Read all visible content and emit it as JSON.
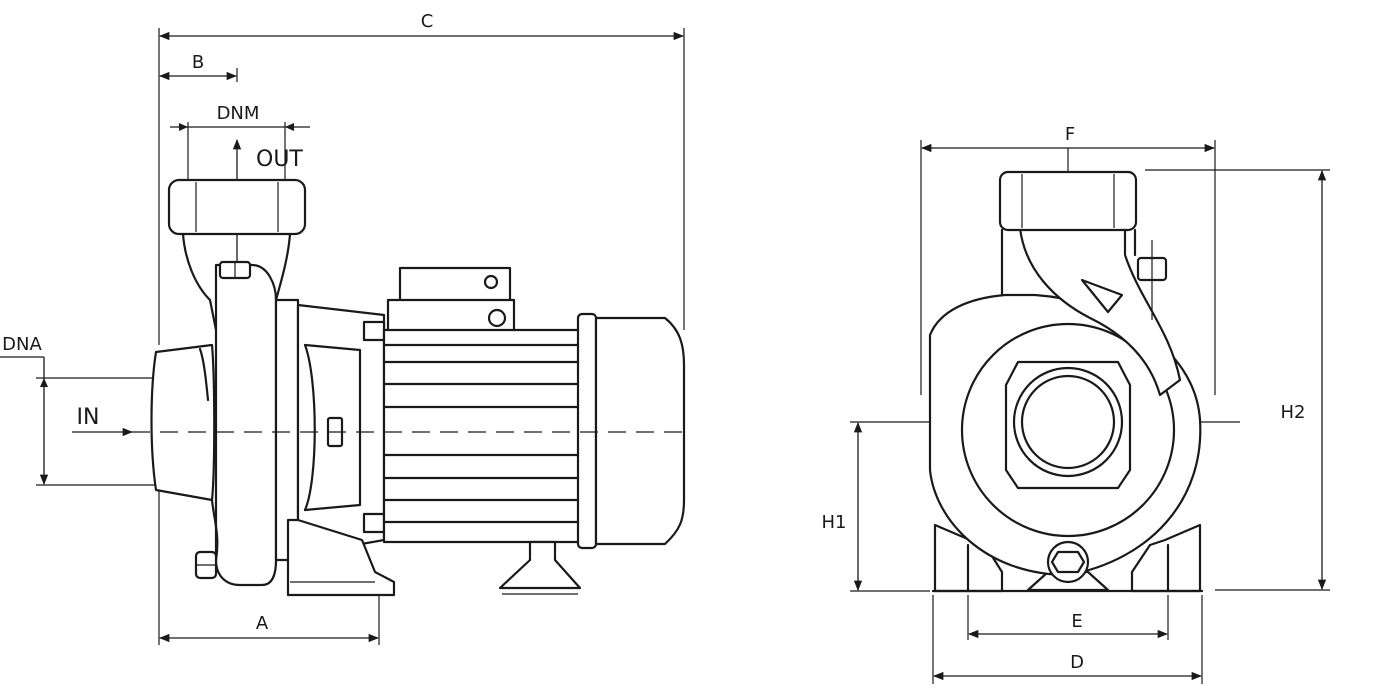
{
  "labels": {
    "C": "C",
    "B": "B",
    "DNM": "DNM",
    "OUT": "OUT",
    "DNA": "DNA",
    "IN": "IN",
    "A": "A",
    "F": "F",
    "H2": "H2",
    "H1": "H1",
    "E": "E",
    "D": "D"
  },
  "colors": {
    "line": "#1a1a1a",
    "background": "#ffffff"
  }
}
